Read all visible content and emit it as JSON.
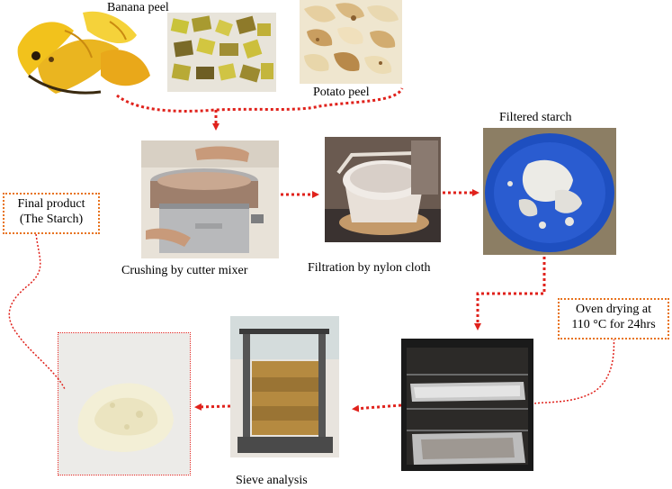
{
  "steps": {
    "banana_peel": "Banana peel",
    "potato_peel": "Potato peel",
    "crushing": "Crushing by cutter mixer",
    "filtration": "Filtration by nylon cloth",
    "filtered_starch": "Filtered starch",
    "oven_drying_line1": "Oven drying at",
    "oven_drying_line2": "110 °C for 24hrs",
    "sieve_analysis": "Sieve analysis",
    "final_product_line1": "Final product",
    "final_product_line2": "(The Starch)"
  },
  "colors": {
    "arrow": "#e0221c",
    "connector": "#e0221c",
    "callout_border": "#e8731e"
  },
  "icons": {
    "flow_arrow": "arrow-right-icon"
  }
}
